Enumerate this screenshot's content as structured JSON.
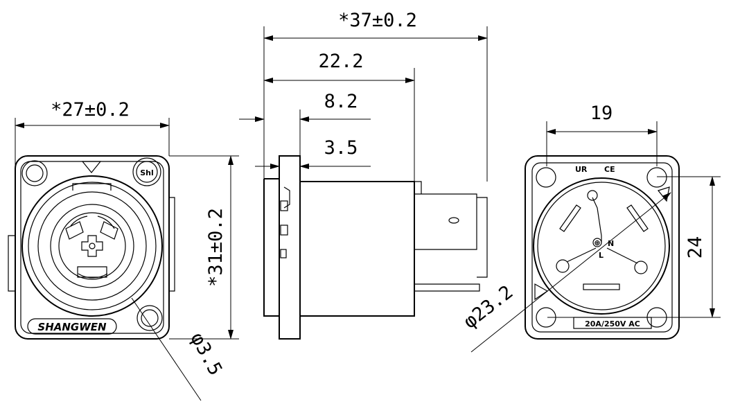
{
  "front_view": {
    "width_dim": "*27±0.2",
    "height_dim": "*31±0.2",
    "hole_dim": "φ3.5",
    "brand_logo": "SHANGWEN",
    "logo_mark": "Shl",
    "triangle_icon": "triangle-down-icon"
  },
  "side_view": {
    "total_length_dim": "*37±0.2",
    "length_dim": "22.2",
    "flange_dim": "8.2",
    "thickness_dim": "3.5"
  },
  "rear_view": {
    "hole_spacing_dim": "19",
    "vertical_hole_dim": "24",
    "diameter_dim": "φ23.2",
    "rating_label": "20A/250V AC",
    "terminal_n": "N",
    "terminal_l": "L",
    "ground_symbol": "⊕",
    "ce_mark": "CE",
    "ul_mark": "UR"
  }
}
